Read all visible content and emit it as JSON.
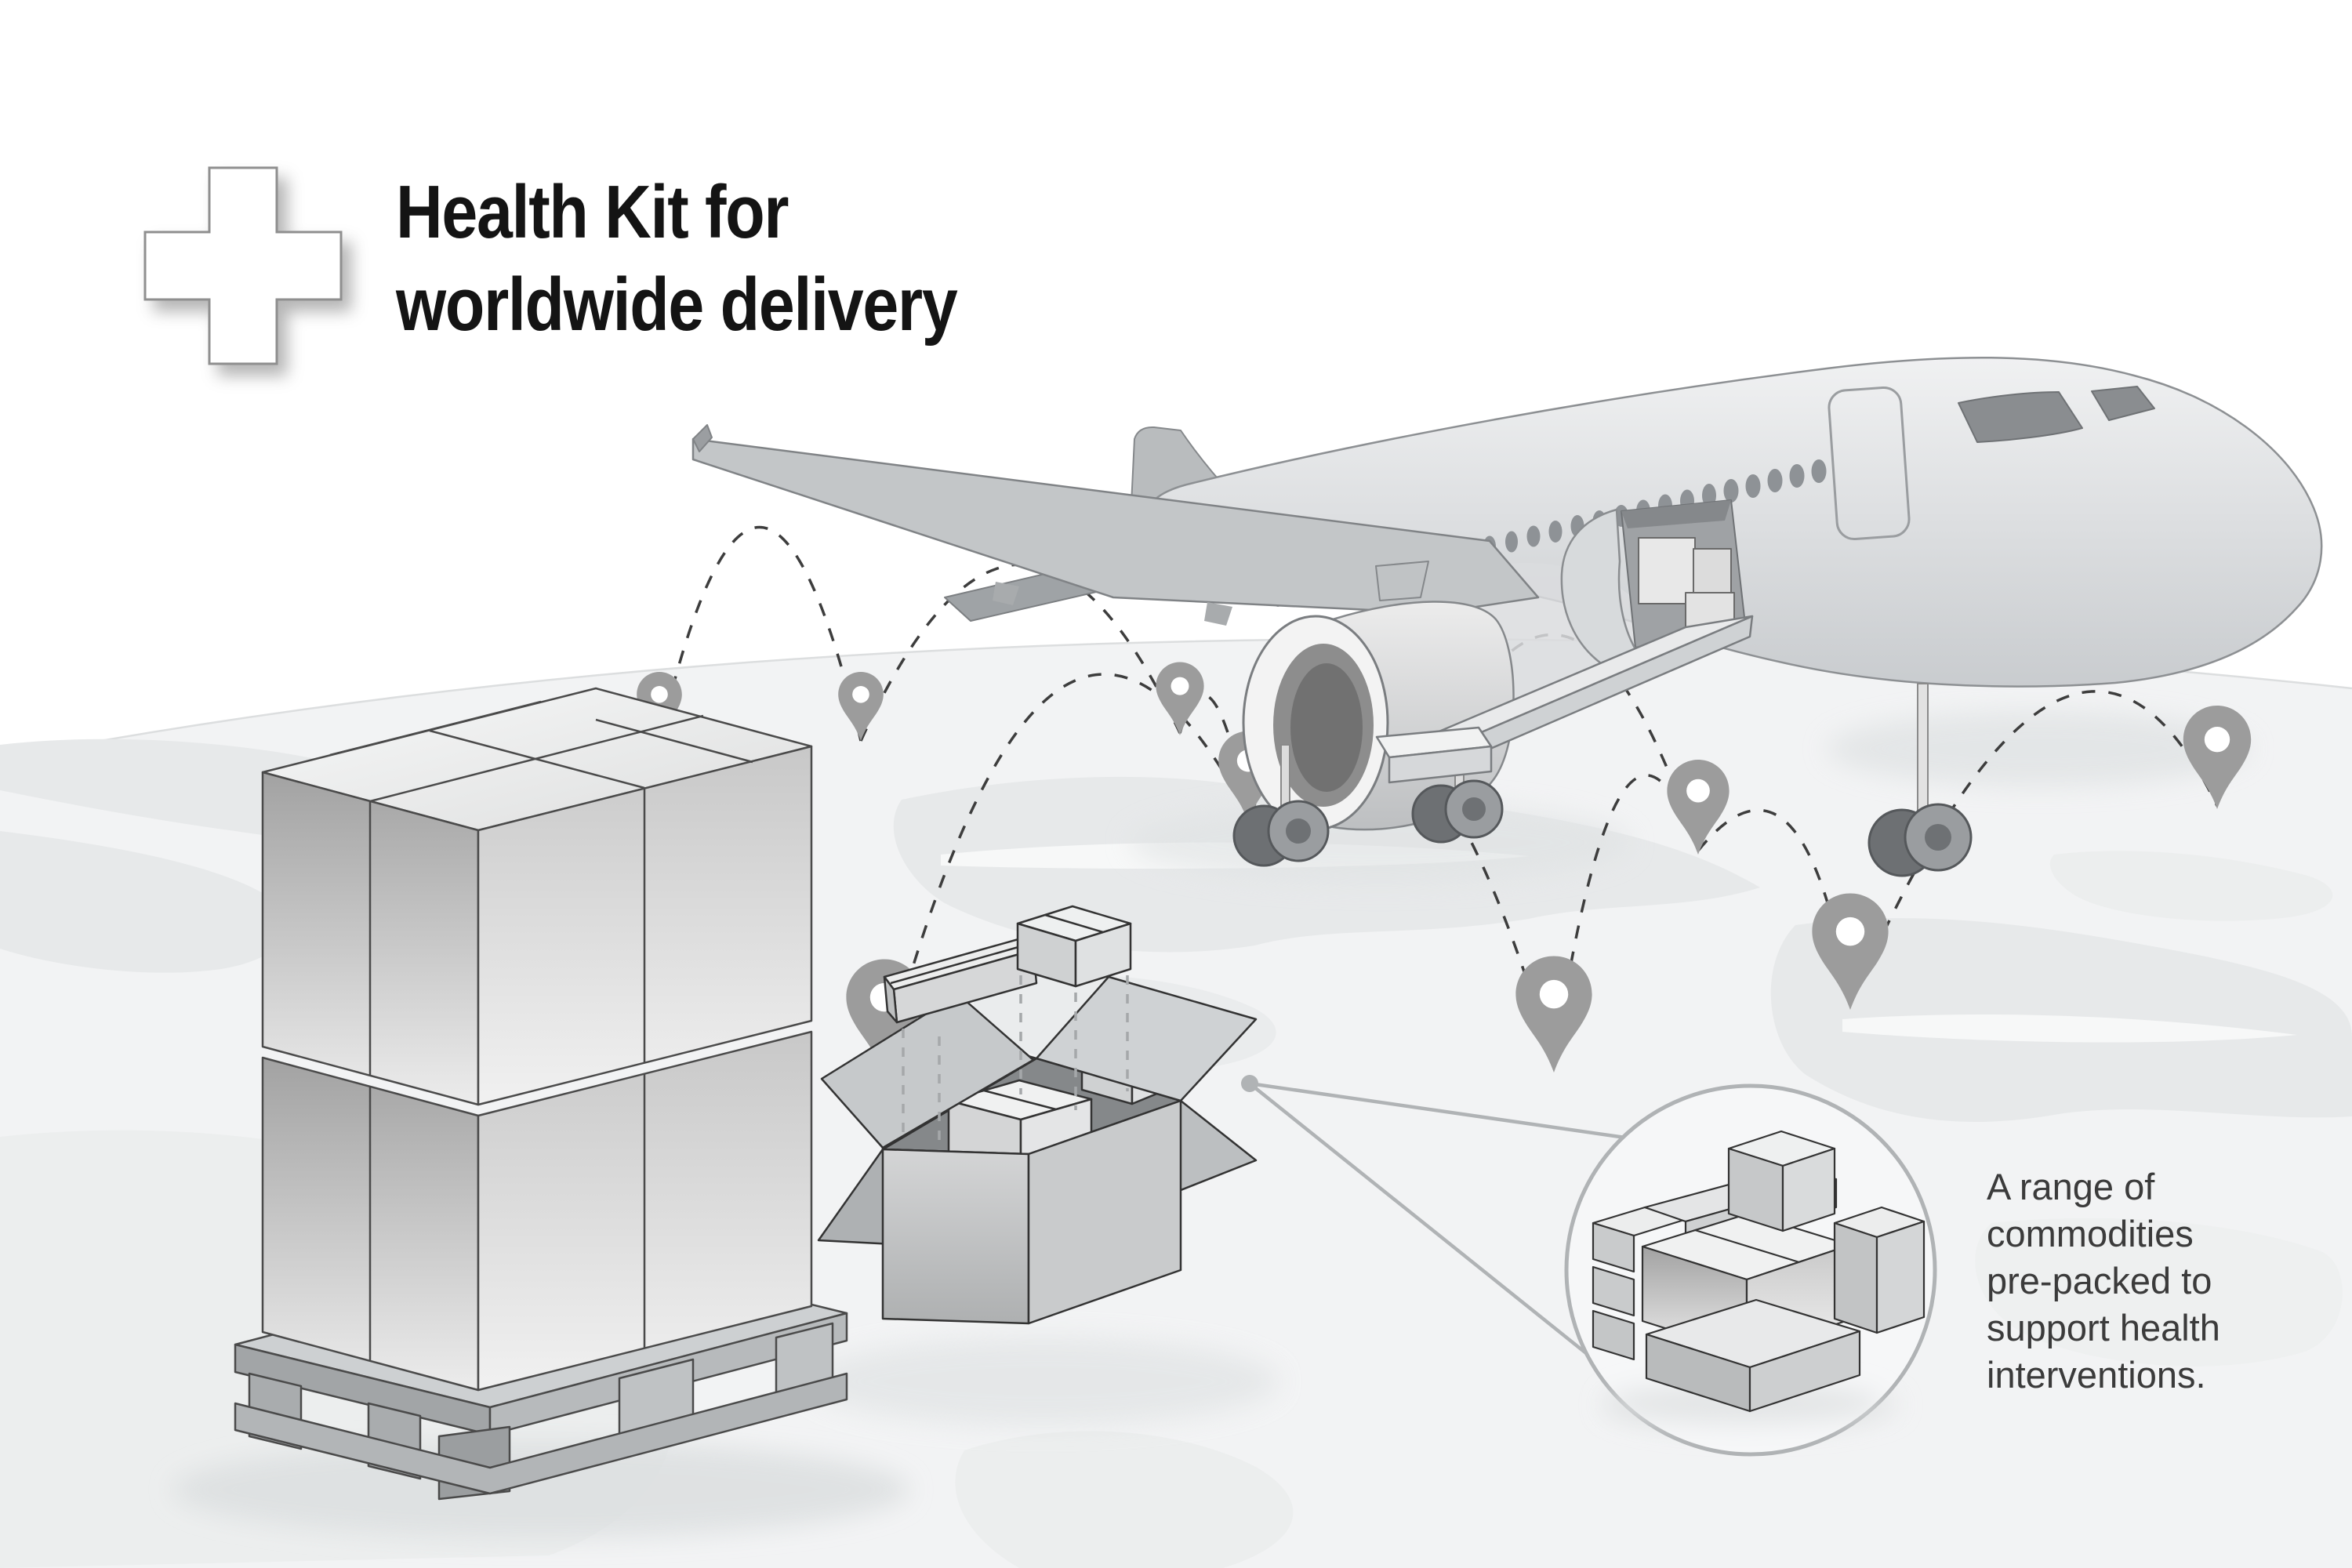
{
  "title": {
    "line1": "Health Kit for",
    "line2": "worldwide delivery"
  },
  "caption": {
    "lines": [
      "A range of",
      "commodities",
      "pre-packed to",
      "support health",
      "interventions."
    ]
  },
  "logo": {
    "icon": "medical-cross-icon"
  },
  "map": {
    "delivery_pin_count": 9
  },
  "colors": {
    "background": "#ffffff",
    "globe_ground": "#f2f3f4",
    "landmass": "#e7e9ea",
    "pin": "#9c9c9c",
    "route_dash": "#3d3d3d",
    "airplane_window": "#8e9296",
    "title_text": "#141414",
    "caption_text": "#3b3b3b",
    "magnifier_stroke": "#b0b3b5"
  }
}
